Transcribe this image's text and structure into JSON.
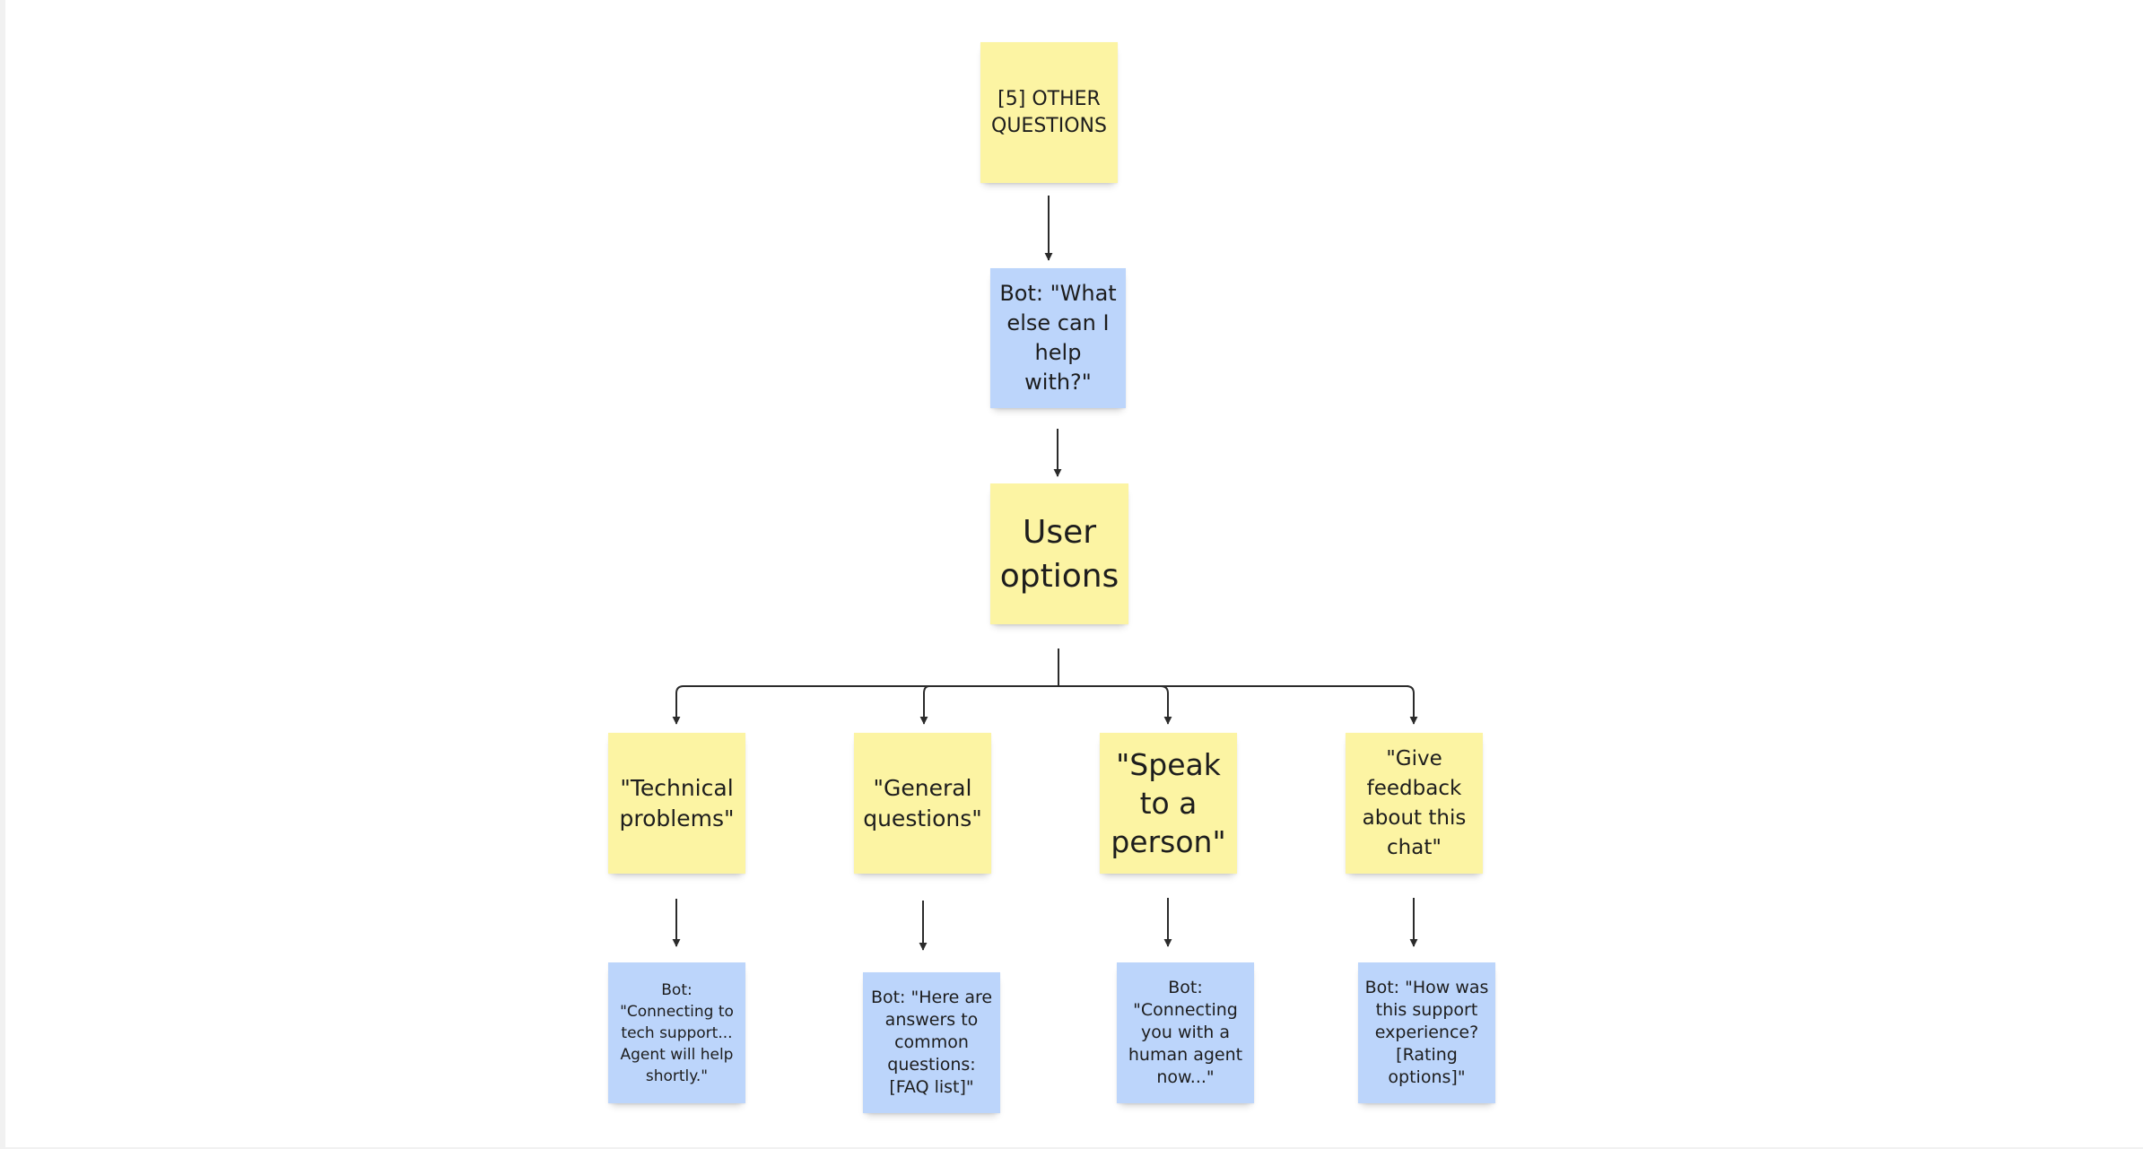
{
  "colors": {
    "sticky_yellow": "#fcf4a3",
    "sticky_blue": "#bcd5fb",
    "connector": "#2b2b2b",
    "canvas": "#ffffff"
  },
  "diagram": {
    "start": {
      "text": "[5] OTHER\nQUESTIONS"
    },
    "bot_prompt": {
      "text": "Bot: \"What\nelse can I\nhelp with?\""
    },
    "user_options": {
      "text": "User\noptions"
    },
    "options": [
      {
        "text": "\"Technical\nproblems\""
      },
      {
        "text": "\"General\nquestions\""
      },
      {
        "text": "\"Speak\nto a\nperson\""
      },
      {
        "text": "\"Give\nfeedback\nabout this\nchat\""
      }
    ],
    "responses": [
      {
        "text": "Bot:\n\"Connecting to\ntech support...\nAgent will help\nshortly.\""
      },
      {
        "text": "Bot: \"Here are\nanswers to\ncommon\nquestions:\n[FAQ list]\""
      },
      {
        "text": "Bot:\n\"Connecting\nyou with a\nhuman agent\nnow...\""
      },
      {
        "text": "Bot: \"How was\nthis support\nexperience?\n[Rating\noptions]\""
      }
    ]
  }
}
